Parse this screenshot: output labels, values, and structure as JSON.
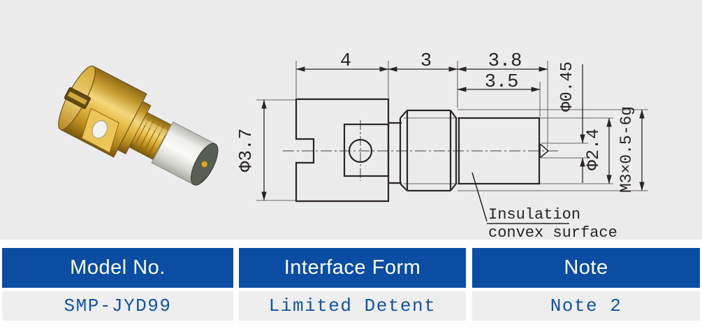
{
  "colors": {
    "background_gray": "#ececed",
    "table_header_blue": "#0b4da2",
    "table_value_bg": "#eeeeef",
    "table_value_text": "#1153a4",
    "drawing_line": "#2b2527",
    "gold": "#e8b64c",
    "insulator_white": "#f2f2ef",
    "end_face_gray": "#575c54"
  },
  "drawing": {
    "dim_body_length": "4",
    "dim_mid_length": "3",
    "dim_front_length_total": "3.8",
    "dim_front_length": "3.5",
    "dim_hole_dia": "Φ0.45",
    "dim_insulator_dia": "Φ2.4",
    "dim_thread": "M3×0.5-6g",
    "dim_body_dia": "Φ3.7",
    "callout_line1": "Insulation",
    "callout_line2": "convex surface"
  },
  "table": {
    "columns": [
      {
        "header": "Model No.",
        "value": "SMP-JYD99"
      },
      {
        "header": "Interface Form",
        "value": "Limited Detent"
      },
      {
        "header": "Note",
        "value": "Note 2"
      }
    ]
  }
}
